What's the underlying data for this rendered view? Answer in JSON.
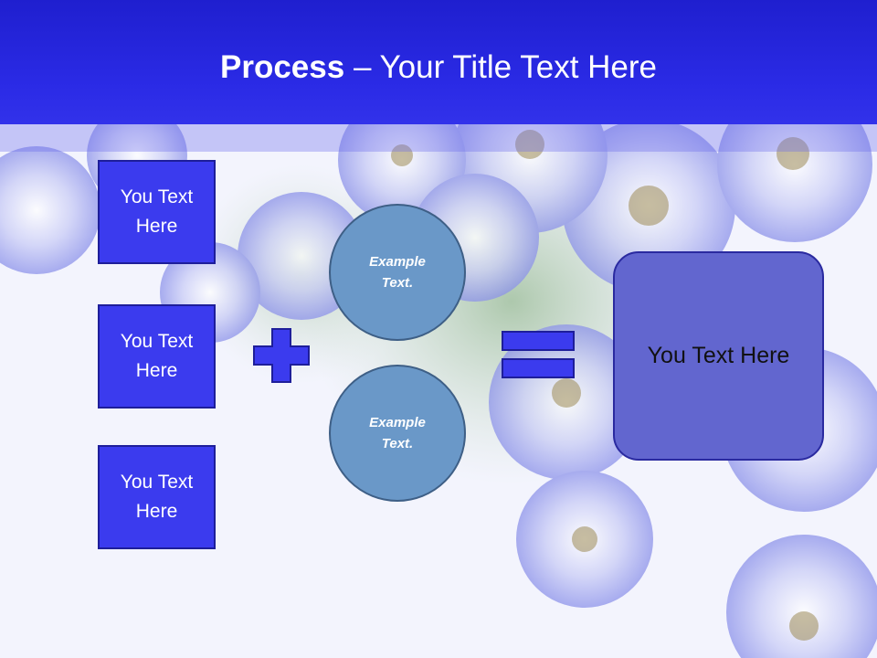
{
  "slide": {
    "title_bold": "Process",
    "title_rest": " – Your Title Text Here"
  },
  "left_boxes": [
    {
      "label": "You Text Here"
    },
    {
      "label": "You Text Here"
    },
    {
      "label": "You Text Here"
    }
  ],
  "circles": [
    {
      "label": "Example Text."
    },
    {
      "label": "Example Text."
    }
  ],
  "result_box": {
    "label": "You Text Here"
  },
  "icons": {
    "plus": "plus-icon",
    "equals": "equals-icon"
  },
  "colors": {
    "header": "#2323d8",
    "box_fill": "#3b3bee",
    "circle_fill": "#6a98c8",
    "result_fill": "#6266cf"
  }
}
